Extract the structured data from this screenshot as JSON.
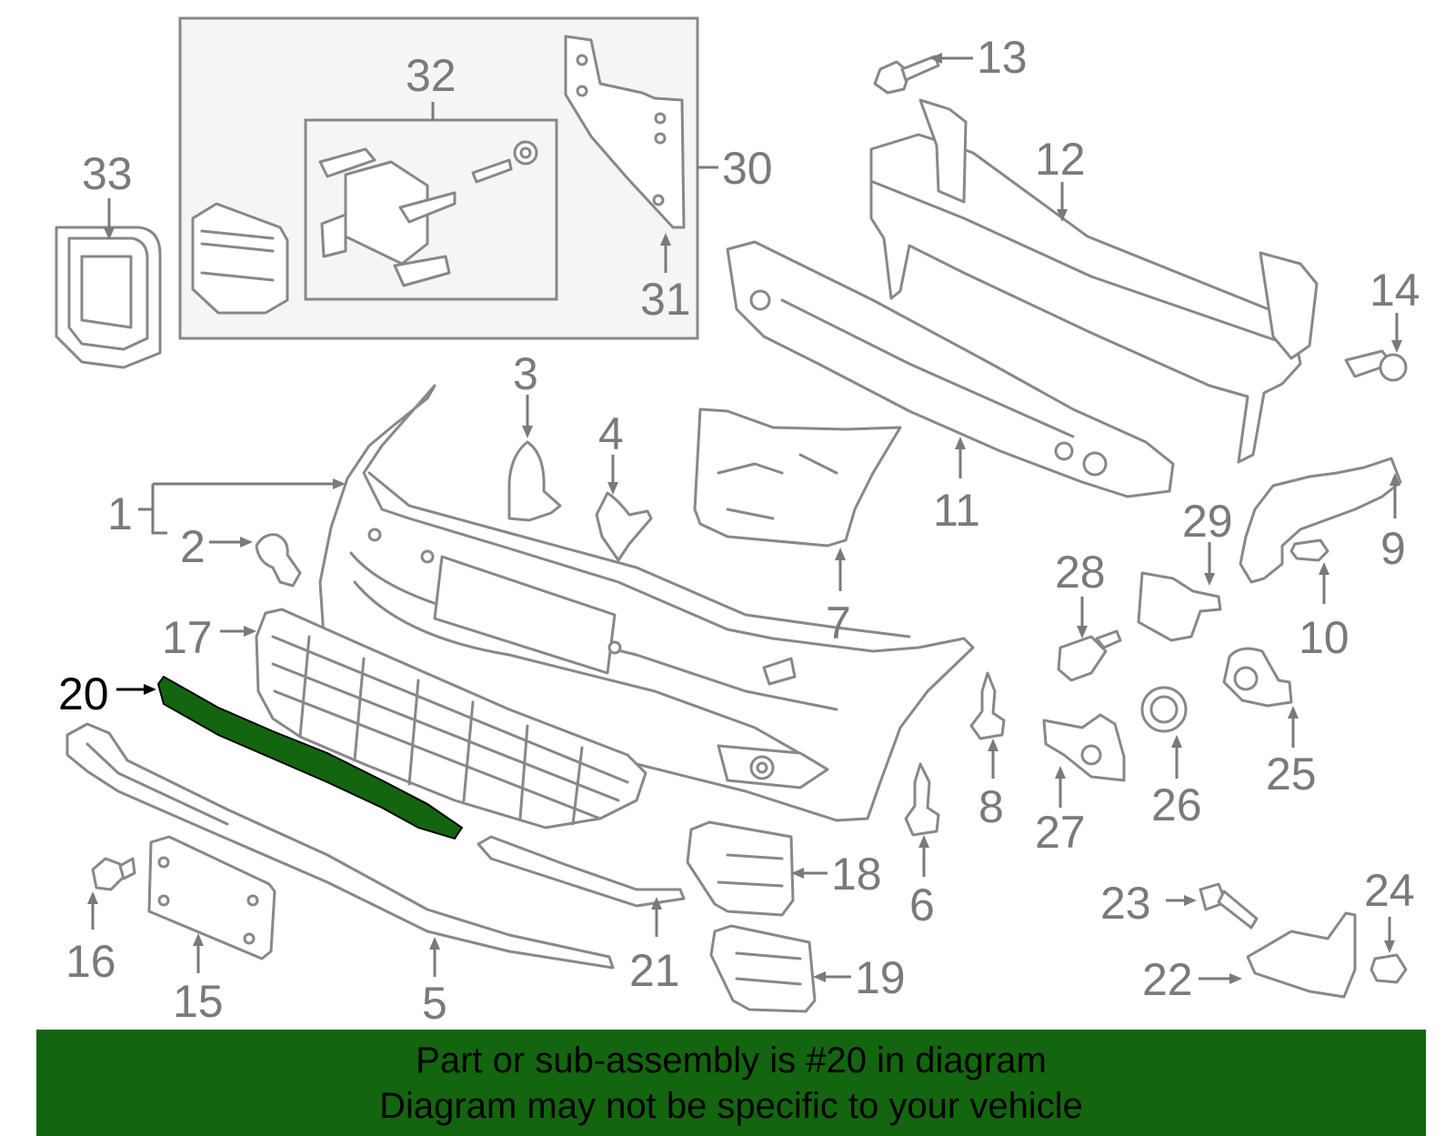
{
  "diagram": {
    "labels": {
      "l1": "1",
      "l2": "2",
      "l3": "3",
      "l4": "4",
      "l5": "5",
      "l6": "6",
      "l7": "7",
      "l8": "8",
      "l9": "9",
      "l10": "10",
      "l11": "11",
      "l12": "12",
      "l13": "13",
      "l14": "14",
      "l15": "15",
      "l16": "16",
      "l17": "17",
      "l18": "18",
      "l19": "19",
      "l20": "20",
      "l21": "21",
      "l22": "22",
      "l23": "23",
      "l24": "24",
      "l25": "25",
      "l26": "26",
      "l27": "27",
      "l28": "28",
      "l29": "29",
      "l30": "30",
      "l31": "31",
      "l32": "32",
      "l33": "33"
    },
    "highlighted_part": "20",
    "colors": {
      "highlight": "#14650f",
      "line": "#888888",
      "label": "#7a7a7a",
      "inset_background": "#f5f5f5"
    }
  },
  "banner": {
    "line1": "Part or sub-assembly is #20 in diagram",
    "line2": "Diagram may not be specific to your vehicle",
    "background": "#14650f"
  }
}
